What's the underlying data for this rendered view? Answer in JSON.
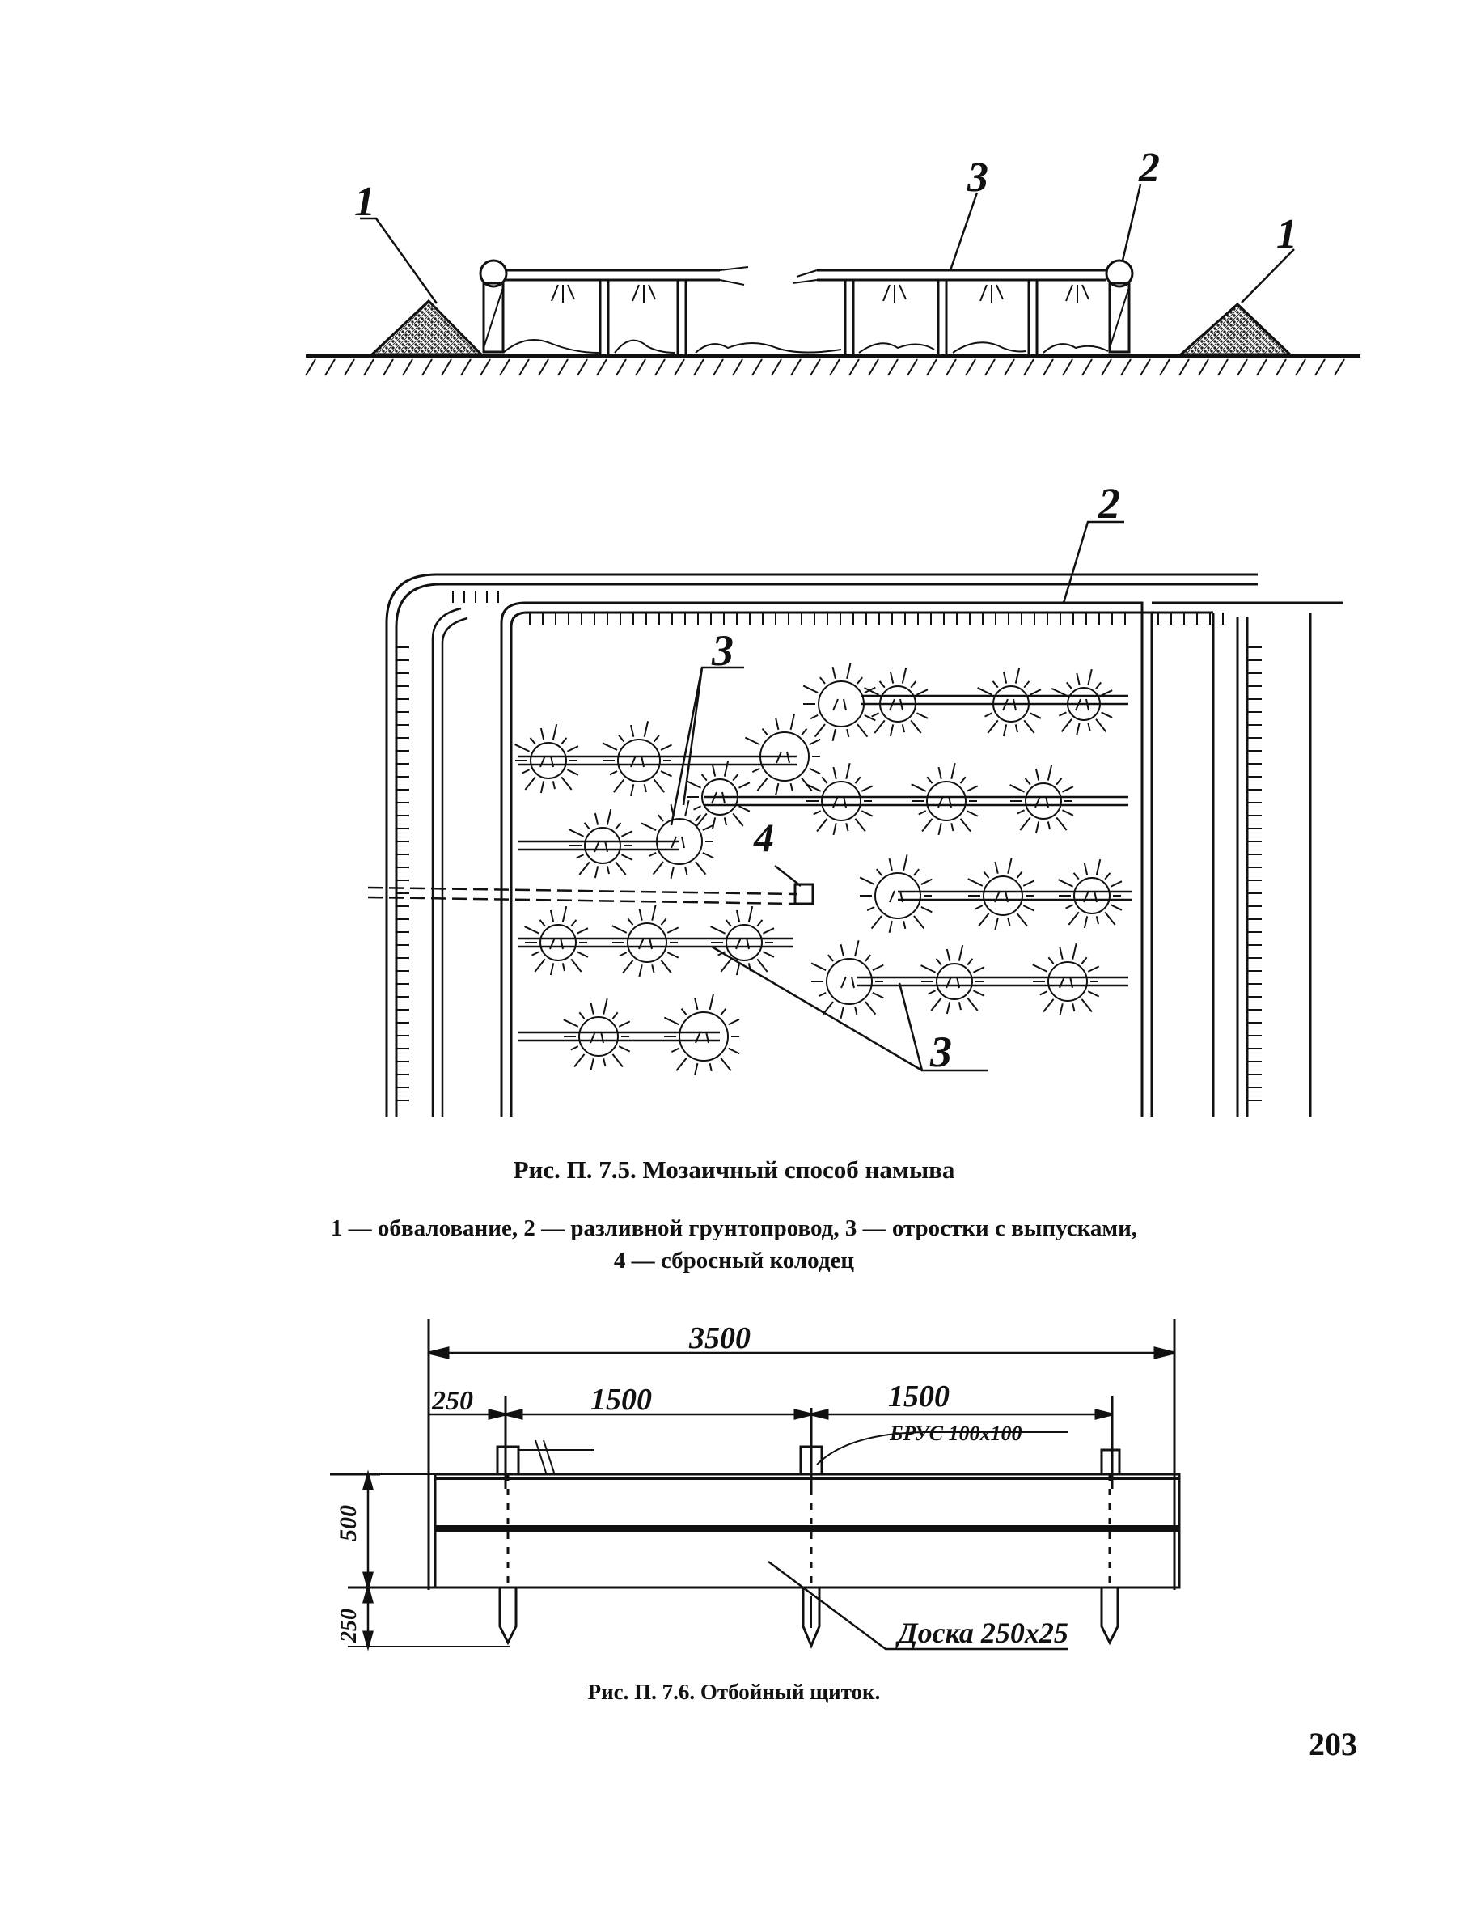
{
  "figure_7_5": {
    "section_labels": [
      "1",
      "3",
      "2",
      "1"
    ],
    "plan_labels": [
      "2",
      "3",
      "4",
      "3"
    ],
    "caption": "Рис. П. 7.5. Мозаичный способ намыва",
    "legend_line1": "1 — обвалование, 2 — разливной грунтопровод, 3 — отростки с выпусками,",
    "legend_line2": "4 — сбросный колодец"
  },
  "figure_7_6": {
    "dim_total": "3500",
    "dim_edge": "250",
    "dim_span1": "1500",
    "dim_span2": "1500",
    "post_label": "БРУС 100х100",
    "dim_height": "500",
    "dim_bottom": "250",
    "board_label": "Доска 250х25",
    "caption": "Рис. П. 7.6. Отбойный щиток."
  },
  "page_number": "203"
}
